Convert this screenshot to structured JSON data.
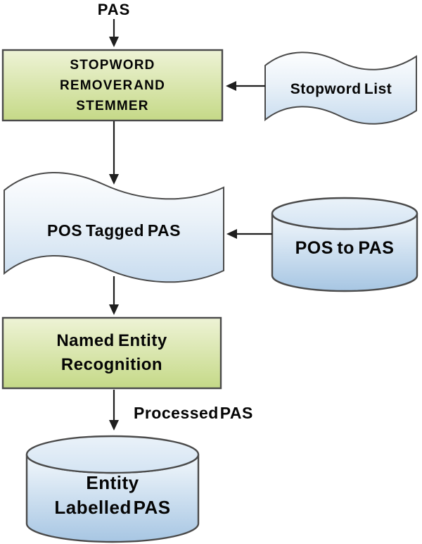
{
  "diagram": {
    "input_label": "PAS",
    "edge_label_processed": "Processed PAS",
    "nodes": {
      "stopword_remover": {
        "type": "process",
        "lines": [
          "STOPWORD",
          "REMOVER AND",
          "STEMMER"
        ]
      },
      "stopword_list": {
        "type": "document",
        "label": "Stopword List"
      },
      "pos_tagged_pas": {
        "type": "document",
        "label": "POS Tagged PAS"
      },
      "pos_to_pas": {
        "type": "database",
        "label": "POS to PAS"
      },
      "named_entity_recognition": {
        "type": "process",
        "lines": [
          "Named Entity",
          "Recognition"
        ]
      },
      "entity_labelled_pas": {
        "type": "database",
        "lines": [
          "Entity",
          "Labelled PAS"
        ]
      }
    },
    "colors": {
      "process_fill_top": "#eef3d6",
      "process_fill_bottom": "#c5d987",
      "document_fill_top": "#fdfeff",
      "document_fill_mid": "#e9f1f8",
      "document_fill_bottom": "#c8dcef",
      "database_fill_top": "#f3f8fc",
      "database_fill_bottom": "#a7c6e3",
      "database_top_face": "#d4e4f3",
      "database_top_face_light": "#eaf2f9",
      "shape_border": "#4a4a4a",
      "arrow_color": "#1f1f1f",
      "text_color": "#050505"
    }
  }
}
